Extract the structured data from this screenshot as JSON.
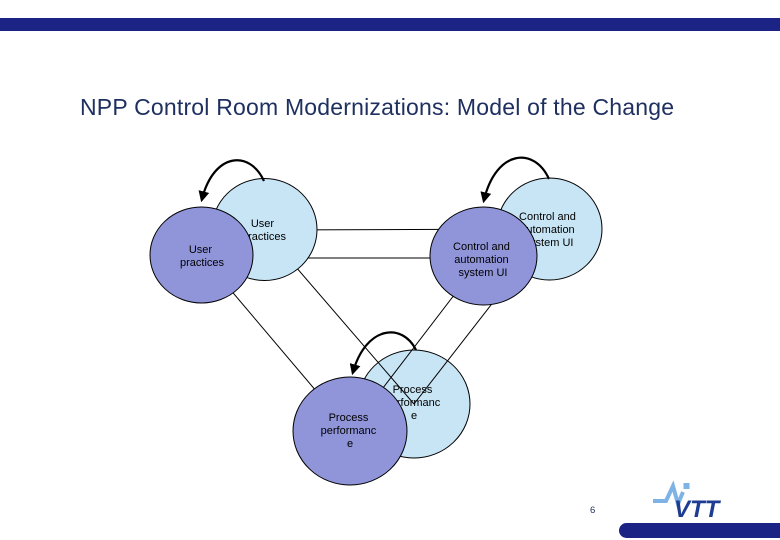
{
  "slide": {
    "title": "NPP Control Room Modernizations: Model of the Change",
    "page_number": "6"
  },
  "logo": {
    "wordmark": "VTT"
  },
  "colors": {
    "bar": "#1b2484",
    "title": "#1f3060",
    "ellipse-light": "#c8e5f5",
    "ellipse-purple": "#9095da",
    "outline": "#000000",
    "line": "#000000",
    "logo-navy": "#1e3d92",
    "logo-pulse": "#7fb2e5",
    "page-number": "#1b2d5e"
  },
  "diagram": {
    "nodes": [
      {
        "id": "user-practices",
        "lines": [
          "User",
          "practices"
        ]
      },
      {
        "id": "control-automation-ui",
        "lines": [
          "Control and",
          "automation",
          "system UI"
        ]
      },
      {
        "id": "process-performance",
        "lines": [
          "Process",
          "performanc",
          "e"
        ]
      }
    ]
  }
}
